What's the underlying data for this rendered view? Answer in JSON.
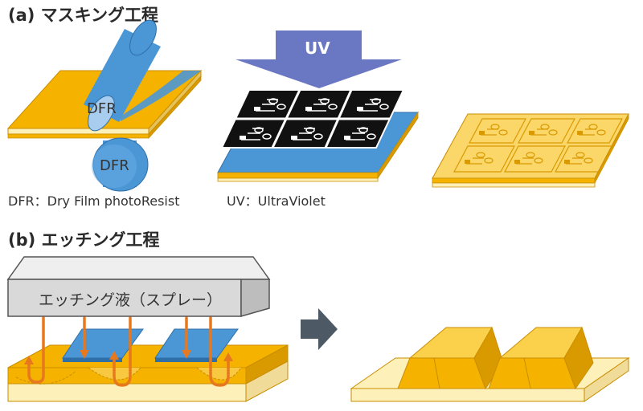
{
  "section_a": {
    "heading": "(a) マスキング工程",
    "roll_top_label": "DFR",
    "roll_bottom_label": "DFR",
    "uv_label": "UV",
    "caption_dfr": "DFR：Dry Film photoResist",
    "caption_uv": "UV：UltraViolet"
  },
  "section_b": {
    "heading": "(b) エッチング工程",
    "spray_label": "エッチング液（スプレー）"
  },
  "colors": {
    "copper": "#f5b300",
    "copper_dark": "#d99a00",
    "substrate": "#fdf0b8",
    "resist_blue": "#4b97d6",
    "resist_dark": "#2f6fa8",
    "uv_arrow": "#6a77c2",
    "mask_black": "#111111",
    "spray_gray": "#d9d9d9",
    "stream_orange": "#e8781e",
    "step_arrow": "#4d5a66"
  }
}
